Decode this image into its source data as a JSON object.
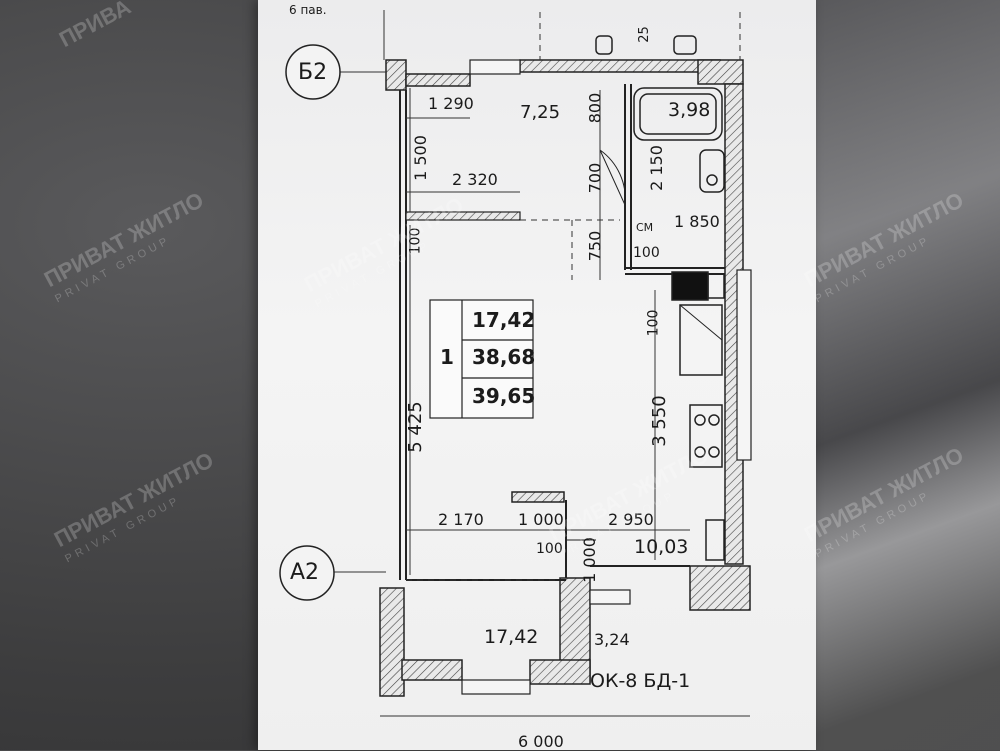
{
  "photo": {
    "top_note": "6 пав.",
    "axes": {
      "b2": "Б2",
      "a2": "А2"
    },
    "dimensions": {
      "d1290": "1 290",
      "d1500": "1 500",
      "d2320": "2 320",
      "d800": "800",
      "d700": "700",
      "d750": "750",
      "d2150": "2 150",
      "d1850": "1 850",
      "d25": "25",
      "d100_a": "100",
      "d100_b": "100",
      "d100_c": "100",
      "d100_d": "100",
      "d5425": "5 425",
      "d3550": "3 550",
      "d2170": "2 170",
      "d1000_a": "1 000",
      "d1000_b": "1 000",
      "d2950": "2 950",
      "d6000": "6 000",
      "cm": "СМ"
    },
    "areas": {
      "hall": "7,25",
      "bath": "3,98",
      "kitchen": "10,03",
      "room": "17,42",
      "balcony": "3,24"
    },
    "summary": {
      "rooms": "1",
      "living": "17,42",
      "total": "38,68",
      "total_balcony": "39,65"
    },
    "marks": "ОК-8 БД-1",
    "watermark": {
      "main": "ПРИВАТ ЖИТЛО",
      "sub": "PRIVAT GROUP"
    },
    "watermark_cut": "ПРИВА"
  }
}
